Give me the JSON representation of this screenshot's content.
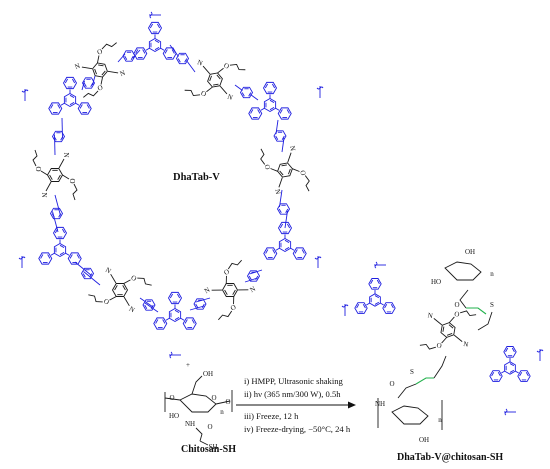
{
  "labels": {
    "cof": "DhaTab-V",
    "chitosan": "Chitosan-SH",
    "product": "DhaTab-V@chitosan-SH"
  },
  "conditions": [
    "i) HMPP, Ultrasonic shaking",
    "ii) hν (365 nm/300 W), 0.5h",
    "iii) Freeze, 12 h",
    "iv) Freeze-drying, −50°C, 24 h"
  ],
  "atoms": {
    "nitrogen": "N",
    "oxygen": "O",
    "sulfur": "S",
    "hydroxyl": "OH",
    "ho": "HO",
    "nh": "NH",
    "repeat": "n",
    "plus": "+"
  },
  "colors": {
    "linker": "#1a1a1a",
    "node": "#1f1fe0",
    "thiol_bond": "#22b14c"
  }
}
